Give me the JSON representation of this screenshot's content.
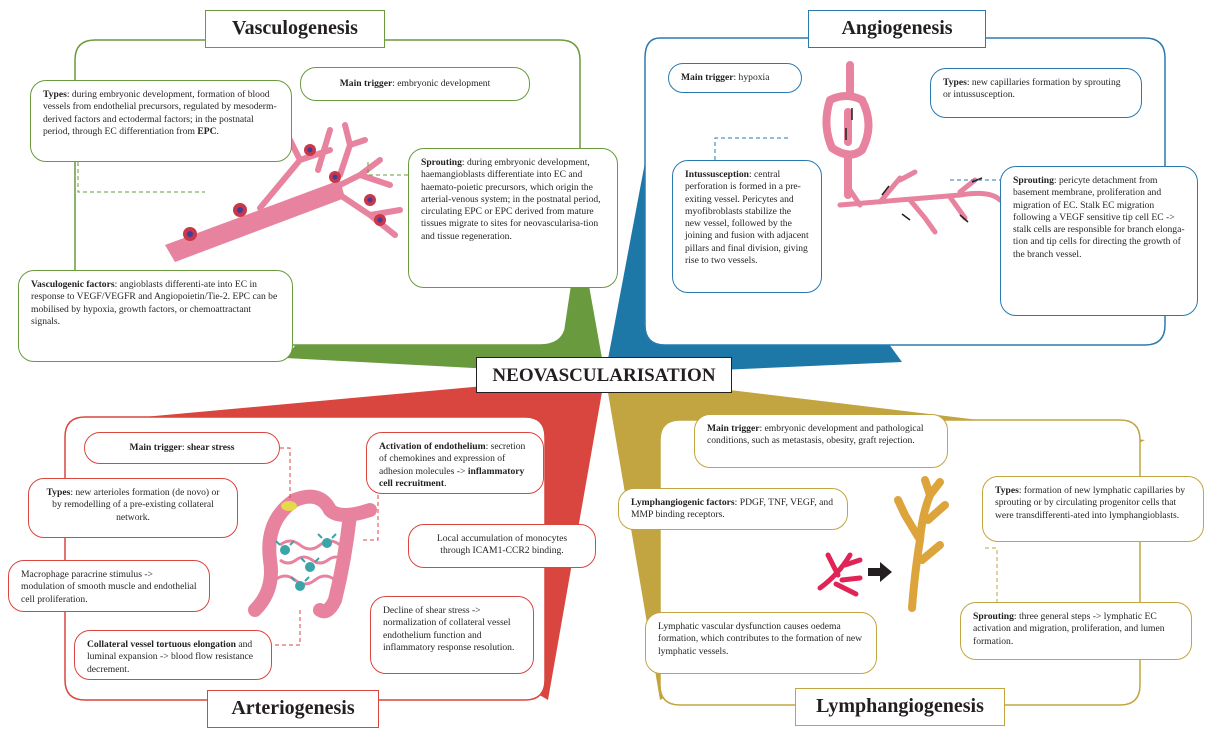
{
  "center": {
    "title": "NEOVASCULARISATION"
  },
  "vasculogenesis": {
    "title": "Vasculogenesis",
    "main_trigger": {
      "label": "Main trigger",
      "text": ": embryonic development"
    },
    "types": {
      "label": "Types",
      "text": ": during embryonic development, formation of blood vessels from endothelial precursors, regulated by mesoderm-derived factors and ectodermal factors; in the postnatal period, through EC differentiation from ",
      "bold_tail": "EPC",
      "end": "."
    },
    "sprouting": {
      "label": "Sprouting",
      "text": ": during embryonic development, haemangioblasts differentiate into EC and haemato-poietic precursors, which origin the arterial-venous system; in the postnatal period, circulating EPC or EPC derived from mature tissues migrate to sites for neovascularisa-tion and tissue regeneration."
    },
    "factors": {
      "label": "Vasculogenic factors",
      "text": ": angioblasts differenti-ate into EC in response to VEGF/VEGFR and Angiopoietin/Tie-2. EPC can be mobilised by hypoxia, growth factors, or chemoattractant signals."
    }
  },
  "angiogenesis": {
    "title": "Angiogenesis",
    "main_trigger": {
      "label": "Main trigger",
      "text": ": hypoxia"
    },
    "types": {
      "label": "Types",
      "text": ": new capillaries formation by sprouting or intussusception."
    },
    "intussusception": {
      "label": "Intussusception",
      "text": ": central perforation is formed in a pre-exiting vessel. Pericytes and myofibroblasts stabilize the new vessel, followed by the joining and fusion with adjacent pillars and final division, giving rise to two vessels."
    },
    "sprouting": {
      "label": "Sprouting",
      "text": ": pericyte detachment from basement membrane, proliferation and migration of EC. Stalk EC migration following a VEGF sensitive tip cell EC -> stalk cells are responsible for branch elonga-tion and tip cells for directing the growth of the branch vessel."
    }
  },
  "arteriogenesis": {
    "title": "Arteriogenesis",
    "main_trigger": {
      "label": "Main trigger",
      "text": ": ",
      "bold_tail": "shear stress"
    },
    "types": {
      "label": "Types",
      "text": ": new arterioles formation (de novo) or by remodelling of a pre-existing collateral network."
    },
    "macrophage": {
      "text": "Macrophage paracrine stimulus -> modulation of smooth muscle and endothelial cell proliferation."
    },
    "collateral": {
      "label": "Collateral vessel tortuous elongation",
      "text": " and luminal expansion -> blood flow resistance decrement."
    },
    "activation": {
      "label": "Activation of endothelium",
      "text": ": secretion of chemokines and expression of adhesion molecules -> ",
      "bold_tail": "inflammatory cell recruitment",
      "end": "."
    },
    "monocytes": {
      "text": "Local accumulation of monocytes through ICAM1-CCR2 binding."
    },
    "decline": {
      "text": "Decline of shear stress -> normalization of collateral vessel endothelium function and inflammatory response resolution."
    }
  },
  "lymphangiogenesis": {
    "title": "Lymphangiogenesis",
    "main_trigger": {
      "label": "Main trigger",
      "text": ": embryonic development and pathological conditions, such as metastasis, obesity, graft rejection."
    },
    "factors": {
      "label": "Lymphangiogenic factors",
      "text": ": PDGF, TNF, VEGF, and MMP binding receptors."
    },
    "types": {
      "label": "Types",
      "text": ": formation of new lymphatic capillaries by sprouting or by circulating progenitor cells that were transdifferenti-ated into lymphangioblasts."
    },
    "dysfunction": {
      "text": "Lymphatic vascular dysfunction causes oedema formation, which contributes to the formation of new lymphatic vessels."
    },
    "sprouting": {
      "label": "Sprouting",
      "text": ": three general steps -> lymphatic EC activation and migration, proliferation, and lumen formation."
    }
  },
  "colors": {
    "vasculogenesis": "#6a9a3e",
    "angiogenesis": "#2a7ab0",
    "arteriogenesis": "#d9453f",
    "lymphangiogenesis": "#c2a540",
    "vessel_pink": "#e8839f",
    "cell_teal": "#3aa4a9"
  }
}
